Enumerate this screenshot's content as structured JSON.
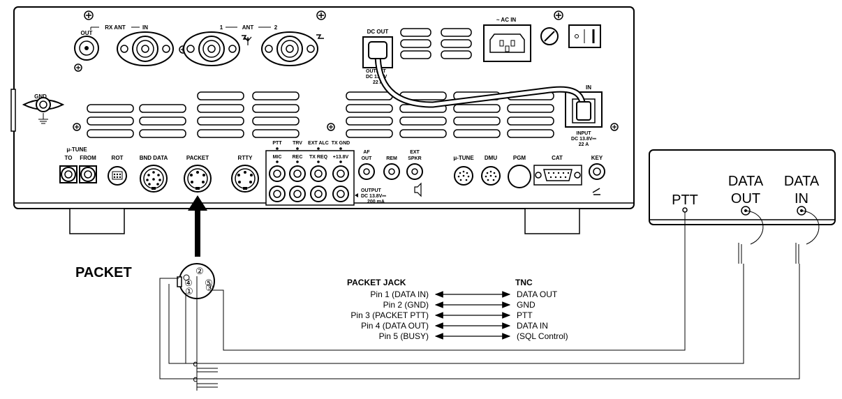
{
  "radio": {
    "top_labels": {
      "out": "OUT",
      "rx_ant": "RX ANT",
      "in": "IN",
      "ant1": "1",
      "ant": "ANT",
      "ant2": "2",
      "dc_out": "DC OUT",
      "ac_in": "~ AC IN",
      "dc_out_spec1": "OUTPUT",
      "dc_out_spec2": "DC 13.8V",
      "dc_out_spec3": "22 A",
      "in_label": "IN",
      "input_spec1": "INPUT",
      "input_spec2": "DC 13.8V⎓",
      "input_spec3": "22 A",
      "gnd": "GND"
    },
    "jacks": {
      "mu_tune": "μ-TUNE",
      "to": "TO",
      "from": "FROM",
      "rot": "ROT",
      "bnd_data": "BND DATA",
      "packet": "PACKET",
      "rtty": "RTTY",
      "ptt": "PTT",
      "trv": "TRV",
      "ext_alc": "EXT ALC",
      "tx_gnd": "TX GND",
      "mic": "MIC",
      "rec": "REC",
      "tx_req": "TX REQ",
      "plus138": "+13.8V",
      "af_out_1": "AF",
      "af_out_2": "OUT",
      "rem": "REM",
      "ext_spkr_1": "EXT",
      "ext_spkr_2": "SPKR",
      "output_1": "OUTPUT",
      "output_2": "DC 13.8V⎓",
      "output_3": "200 mA",
      "mu_tune2": "μ-TUNE",
      "dmu": "DMU",
      "pgm": "PGM",
      "cat": "CAT",
      "key": "KEY"
    }
  },
  "tnc": {
    "ptt": "PTT",
    "data_out_1": "DATA",
    "data_out_2": "OUT",
    "data_in_1": "DATA",
    "data_in_2": "IN"
  },
  "packet_plug": {
    "title": "PACKET",
    "pins": [
      "①",
      "②",
      "③",
      "④",
      "⑤"
    ]
  },
  "pin_table": {
    "left_header": "PACKET JACK",
    "right_header": "TNC",
    "rows": [
      {
        "left": "Pin 1 (DATA IN)",
        "right": "DATA OUT"
      },
      {
        "left": "Pin 2 (GND)",
        "right": "GND"
      },
      {
        "left": "Pin 3 (PACKET PTT)",
        "right": "PTT"
      },
      {
        "left": "Pin 4 (DATA OUT)",
        "right": "DATA IN"
      },
      {
        "left": "Pin 5 (BUSY)",
        "right": "(SQL Control)"
      }
    ]
  }
}
